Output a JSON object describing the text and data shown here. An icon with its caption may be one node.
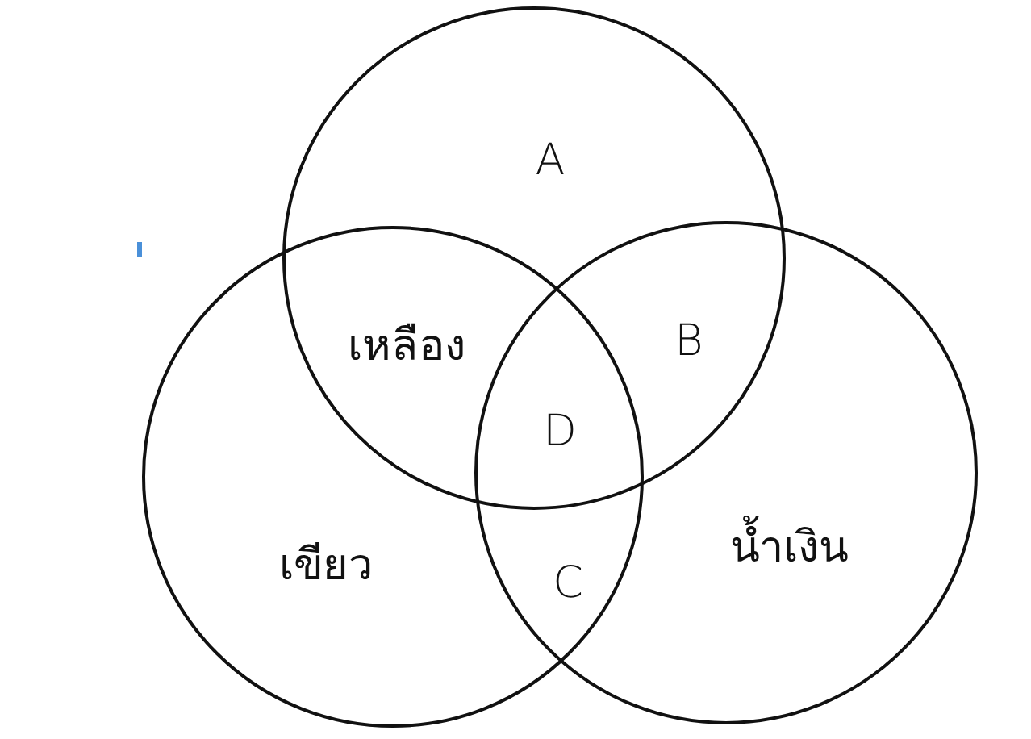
{
  "diagram": {
    "nodes": [
      {
        "text": [
          "A"
        ]
      },
      {
        "text": [
          "เขียว"
        ]
      },
      {
        "text": [
          "น้ำเงิน"
        ]
      }
    ],
    "labels": [
      "เหลือง",
      "B",
      "D",
      "C"
    ]
  }
}
